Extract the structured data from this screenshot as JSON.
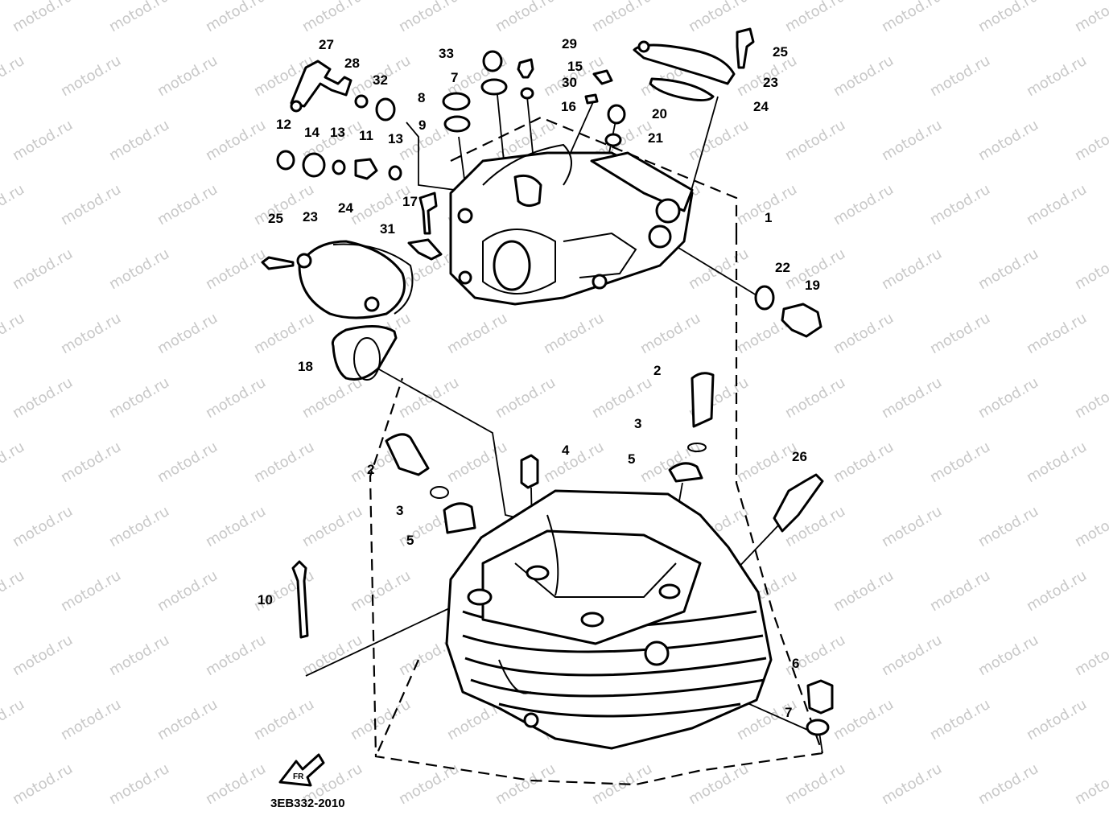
{
  "watermark": "motod.ru",
  "drawing_code": "3EB332-2010",
  "direction_label": "FR",
  "callouts": [
    "27",
    "28",
    "32",
    "12",
    "14",
    "13",
    "11",
    "13",
    "17",
    "25",
    "23",
    "24",
    "31",
    "33",
    "7",
    "8",
    "9",
    "29",
    "30",
    "15",
    "16",
    "20",
    "21",
    "25",
    "23",
    "24",
    "1",
    "22",
    "19",
    "18",
    "2",
    "3",
    "4",
    "5",
    "2",
    "3",
    "5",
    "26",
    "10",
    "6",
    "7"
  ]
}
